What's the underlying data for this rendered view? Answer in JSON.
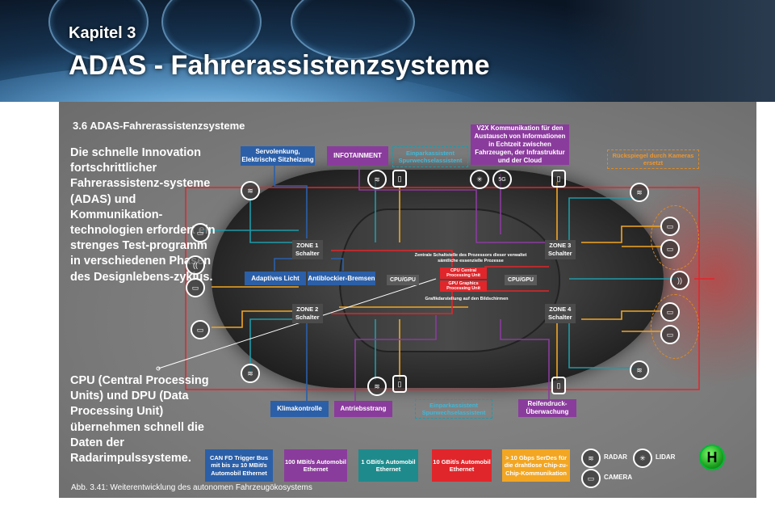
{
  "header": {
    "chapter": "Kapitel 3",
    "title": "ADAS - Fahrerassistenzsysteme"
  },
  "section": "3.6 ADAS-Fahrerassistenzsysteme",
  "left_text": "Die schnelle Innovation fortschrittlicher Fahrerassistenz-systeme (ADAS) und Kommunikation-technologien erfordert ein strenges Test-programm in verschiedenen Phasen des Designlebens-zyklus.",
  "left_text2": "CPU (Central Processing Units) und  DPU (Data Processing Unit) übernehmen schnell die Daten der Radarimpulssysteme.",
  "caption": "Abb. 3.41: Weiterentwicklung des autonomen Fahrzeugökosystems",
  "boxes": {
    "servo": "Servolenkung, Elektrische Sitzheizung",
    "infotainment": "INFOTAINMENT",
    "notbrems": "Einparkassistent Spurwechselassistent",
    "v2x": "V2X Kommunikation für den Austausch von Informationen in Echtzeit zwischen Fahrzeugen, der Infrastruktur und der Cloud",
    "rueckspiegel": "Rückspiegel durch Kameras ersetzt",
    "adaptiv": "Adaptives Licht",
    "abs": "Antiblockier-Bremsen",
    "klima": "Klimakontrolle",
    "antrieb": "Antriebsstrang",
    "parkassist": "Einparkassistent Spurwechselassistent",
    "reifen": "Reifendruck-Überwachung"
  },
  "zones": {
    "z1": "ZONE 1",
    "z2": "ZONE 2",
    "z3": "ZONE 3",
    "z4": "ZONE 4",
    "schalter": "Schalter"
  },
  "center": {
    "note": "Zentrale Schaltstelle des Prozessors dieser verwaltet sämtliche essenzielle Prozesse",
    "cpu": "CPU Central Processing Unit",
    "gpu": "GPU Graphics Processing Unit",
    "cpugpu": "CPU/GPU",
    "grafik": "Grafikdarstellung auf den Bildschirmen"
  },
  "legend": [
    {
      "label": "CAN FD Trigger Bus mit bis zu 10 MBit/s Automobil Ethernet",
      "color": "#2b5fa8"
    },
    {
      "label": "100 MBit/s Automobil Ethernet",
      "color": "#8a3c9c"
    },
    {
      "label": "1 GBit/s Automobil Ethernet",
      "color": "#1f8a8c"
    },
    {
      "label": "10 GBit/s Automobil Ethernet",
      "color": "#e0262b"
    },
    {
      "label": "> 10 Gbps SerDes für die drahtlose Chip-zu-Chip-Kommunikation",
      "color": "#f2a623"
    }
  ],
  "sensors": {
    "radar": "RADAR",
    "lidar": "LIDAR",
    "camera": "CAMERA"
  },
  "badge": "H",
  "icons": {
    "radar": "radar-icon",
    "lidar": "lidar-icon",
    "camera": "camera-icon",
    "mobile": "mobile-icon",
    "5g": "5G"
  }
}
